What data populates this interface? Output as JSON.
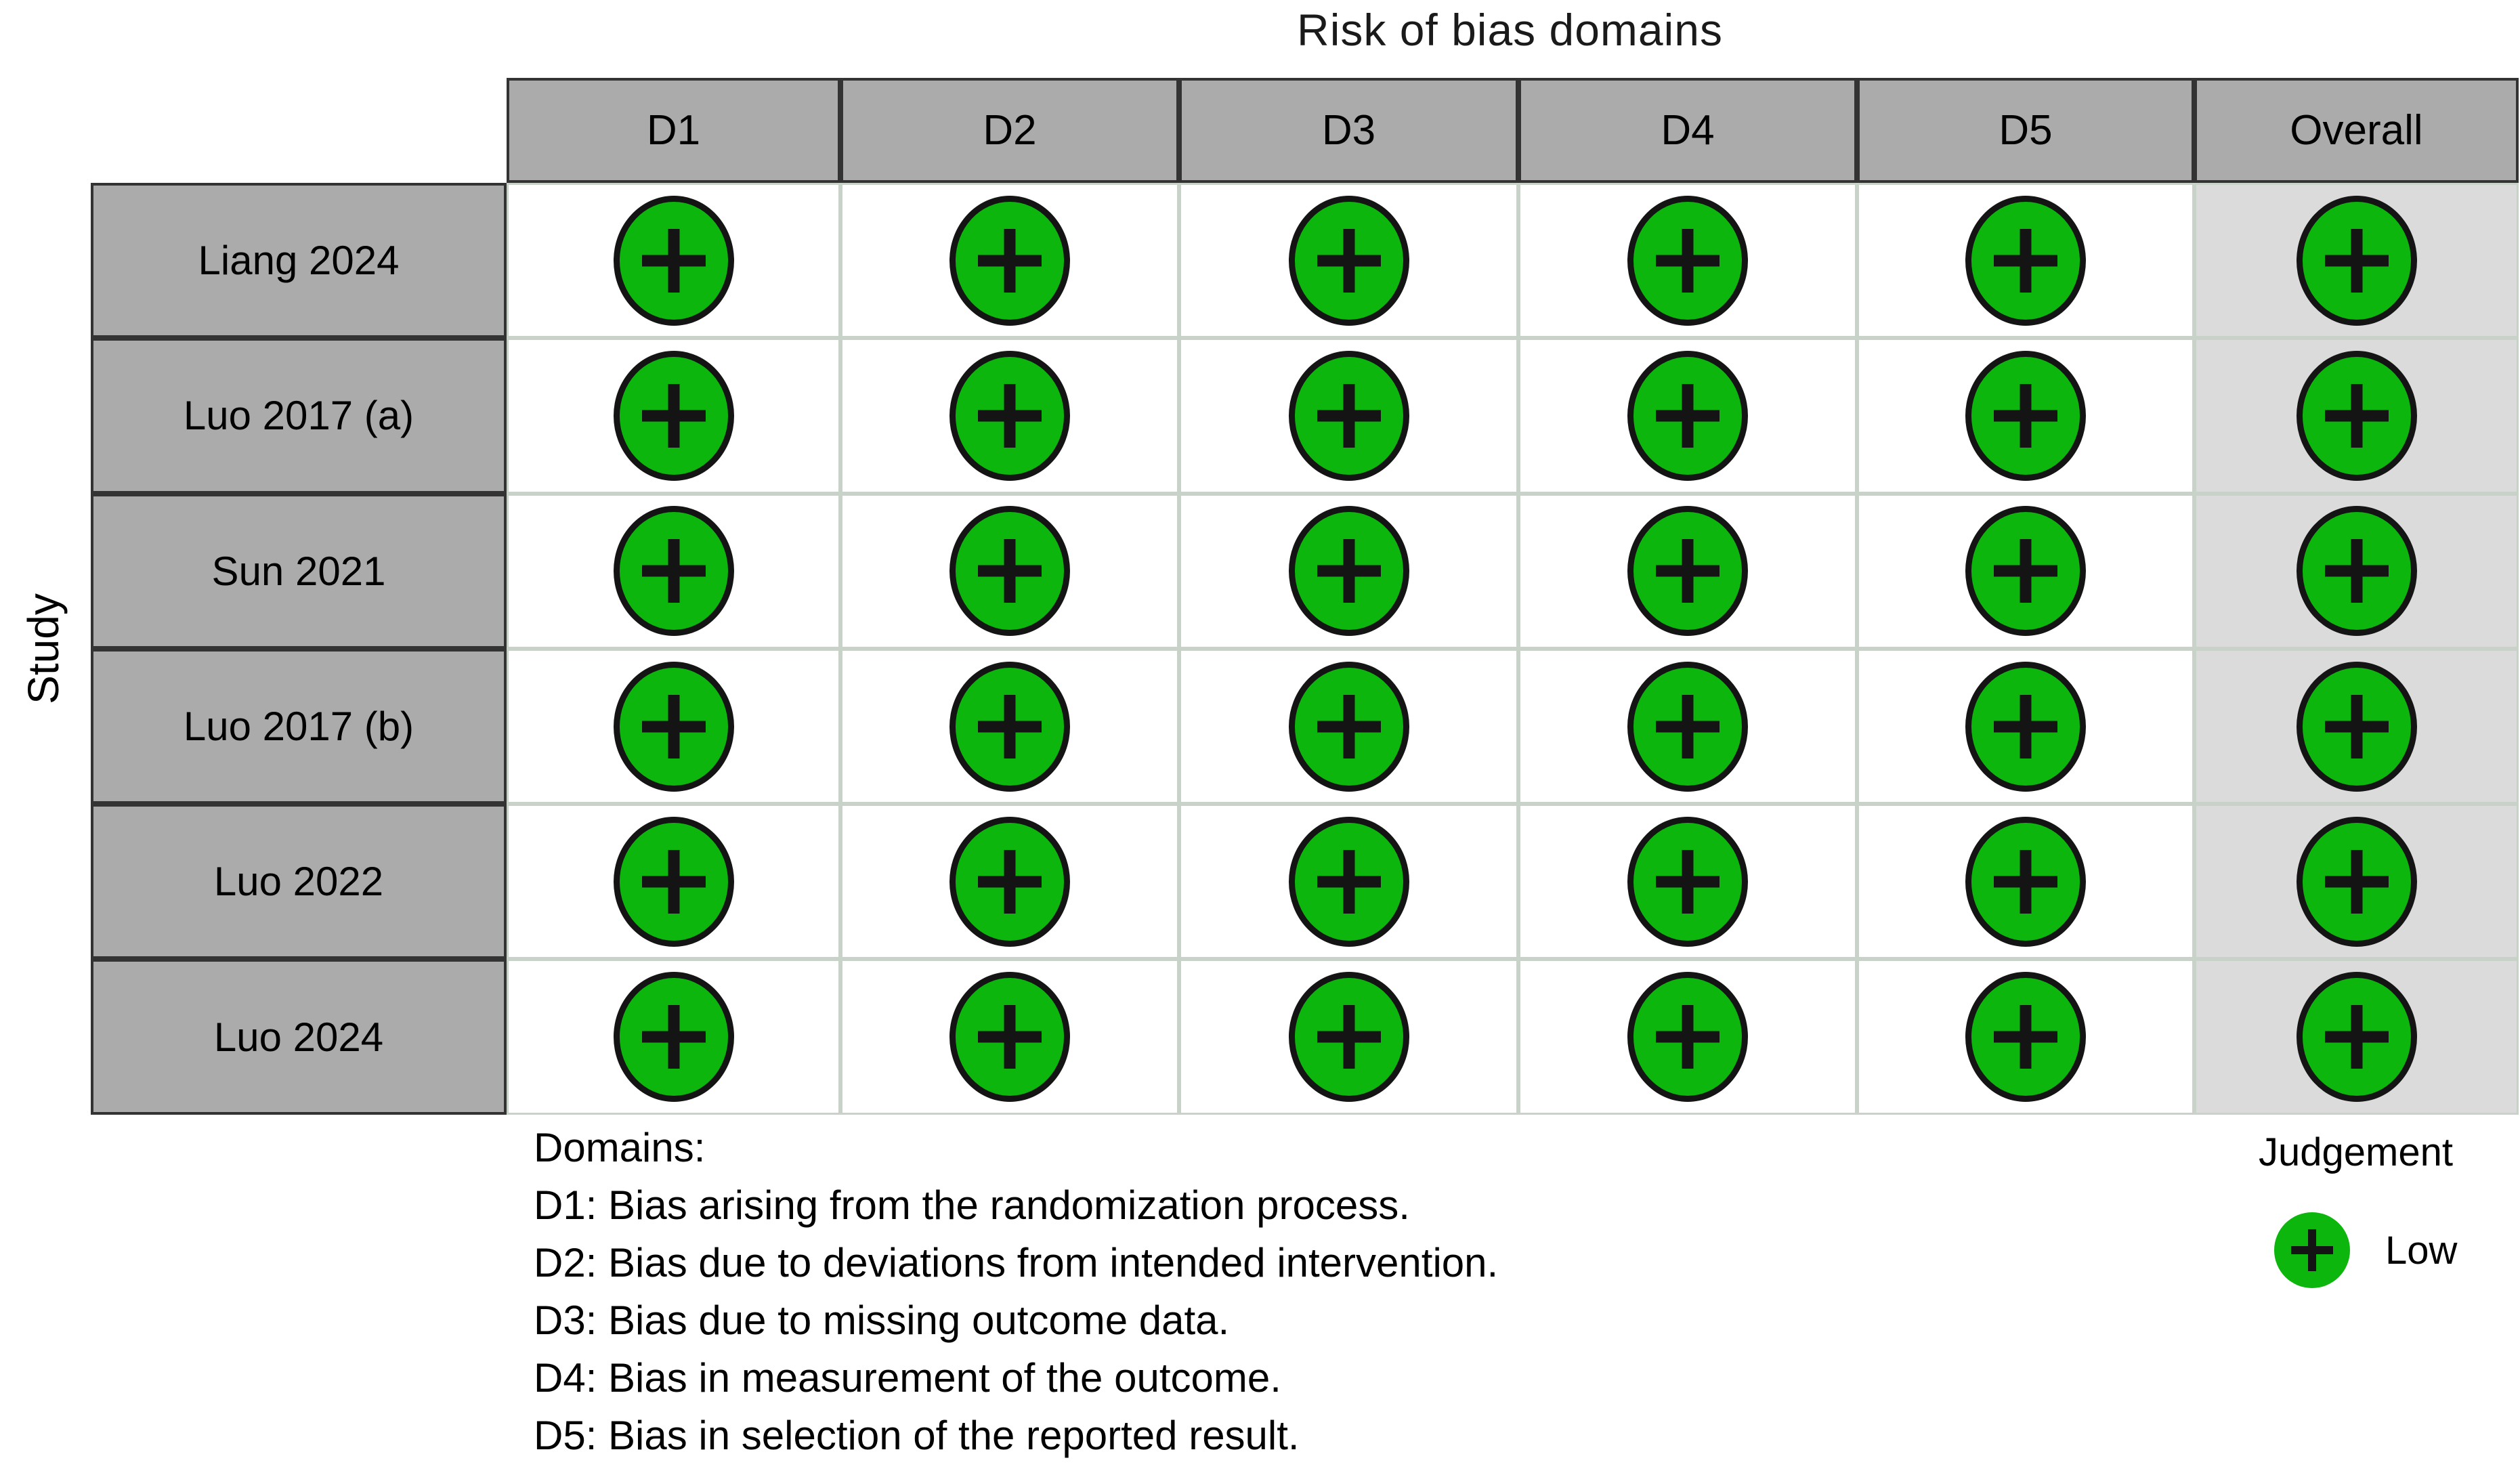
{
  "title": "Risk of bias domains",
  "axis_label": "Study",
  "table": {
    "columns": [
      "D1",
      "D2",
      "D3",
      "D4",
      "D5",
      "Overall"
    ],
    "studies": [
      {
        "label": "Liang 2024",
        "ratings": [
          "low",
          "low",
          "low",
          "low",
          "low",
          "low"
        ]
      },
      {
        "label": "Luo 2017 (a)",
        "ratings": [
          "low",
          "low",
          "low",
          "low",
          "low",
          "low"
        ]
      },
      {
        "label": "Sun 2021",
        "ratings": [
          "low",
          "low",
          "low",
          "low",
          "low",
          "low"
        ]
      },
      {
        "label": "Luo 2017 (b)",
        "ratings": [
          "low",
          "low",
          "low",
          "low",
          "low",
          "low"
        ]
      },
      {
        "label": "Luo 2022",
        "ratings": [
          "low",
          "low",
          "low",
          "low",
          "low",
          "low"
        ]
      },
      {
        "label": "Luo 2024",
        "ratings": [
          "low",
          "low",
          "low",
          "low",
          "low",
          "low"
        ]
      }
    ]
  },
  "footnotes": {
    "heading": "Domains:",
    "lines": [
      "D1: Bias arising from the randomization process.",
      "D2: Bias due to deviations from intended intervention.",
      "D3: Bias due to missing outcome data.",
      "D4: Bias in measurement of the outcome.",
      "D5: Bias in selection of the reported result."
    ]
  },
  "legend": {
    "heading": "Judgement",
    "items": [
      {
        "symbol": "plus-circle",
        "label": "Low"
      }
    ]
  },
  "colors": {
    "low_judgement": "#0DB60D",
    "header_bg": "#ABABAB",
    "overall_column_bg": "#DBDBDB",
    "grid_light": "#C9D2C9",
    "border_dark": "#333333"
  },
  "chart_data": {
    "type": "table",
    "title": "Risk of bias domains",
    "row_axis_label": "Study",
    "columns": [
      "D1",
      "D2",
      "D3",
      "D4",
      "D5",
      "Overall"
    ],
    "rows": [
      "Liang 2024",
      "Luo 2017 (a)",
      "Sun 2021",
      "Luo 2017 (b)",
      "Luo 2022",
      "Luo 2024"
    ],
    "values": [
      [
        "Low",
        "Low",
        "Low",
        "Low",
        "Low",
        "Low"
      ],
      [
        "Low",
        "Low",
        "Low",
        "Low",
        "Low",
        "Low"
      ],
      [
        "Low",
        "Low",
        "Low",
        "Low",
        "Low",
        "Low"
      ],
      [
        "Low",
        "Low",
        "Low",
        "Low",
        "Low",
        "Low"
      ],
      [
        "Low",
        "Low",
        "Low",
        "Low",
        "Low",
        "Low"
      ],
      [
        "Low",
        "Low",
        "Low",
        "Low",
        "Low",
        "Low"
      ]
    ],
    "legend_position": "bottom-right",
    "footnote_heading": "Domains:",
    "footnotes": [
      "D1: Bias arising from the randomization process.",
      "D2: Bias due to deviations from intended intervention.",
      "D3: Bias due to missing outcome data.",
      "D4: Bias in measurement of the outcome.",
      "D5: Bias in selection of the reported result."
    ]
  }
}
